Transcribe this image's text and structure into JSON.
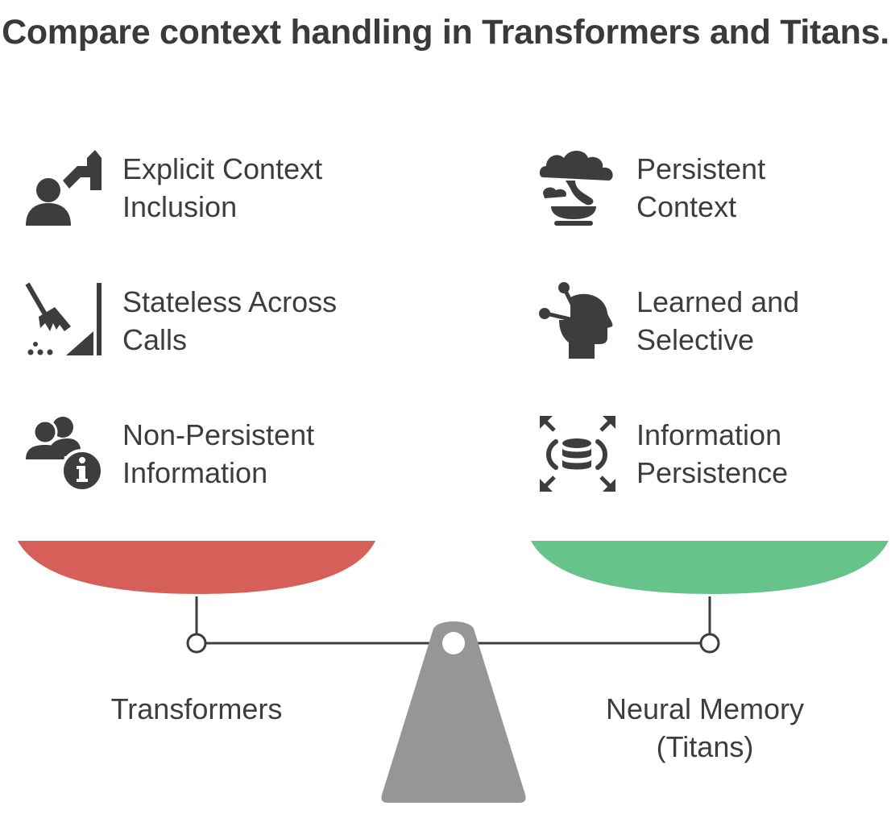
{
  "title": "Compare context handling in Transformers and Titans.",
  "left": {
    "name": "Transformers",
    "color": "#d65f5a",
    "items": [
      {
        "label": "Explicit Context\nInclusion",
        "icon": "user-pointing-icon"
      },
      {
        "label": "Stateless Across\nCalls",
        "icon": "broom-sweeping-icon"
      },
      {
        "label": "Non-Persistent\nInformation",
        "icon": "users-info-icon"
      }
    ]
  },
  "right": {
    "name": "Neural Memory\n(Titans)",
    "color": "#66c389",
    "items": [
      {
        "label": "Persistent\nContext",
        "icon": "bonsai-cloud-icon"
      },
      {
        "label": "Learned and\nSelective",
        "icon": "head-network-icon"
      },
      {
        "label": "Information\nPersistence",
        "icon": "database-expand-icon"
      }
    ]
  },
  "colors": {
    "text": "#3d3d3d",
    "icon": "#3d3d3d",
    "fulcrum": "#969696",
    "beam": "#3d3d3d"
  }
}
